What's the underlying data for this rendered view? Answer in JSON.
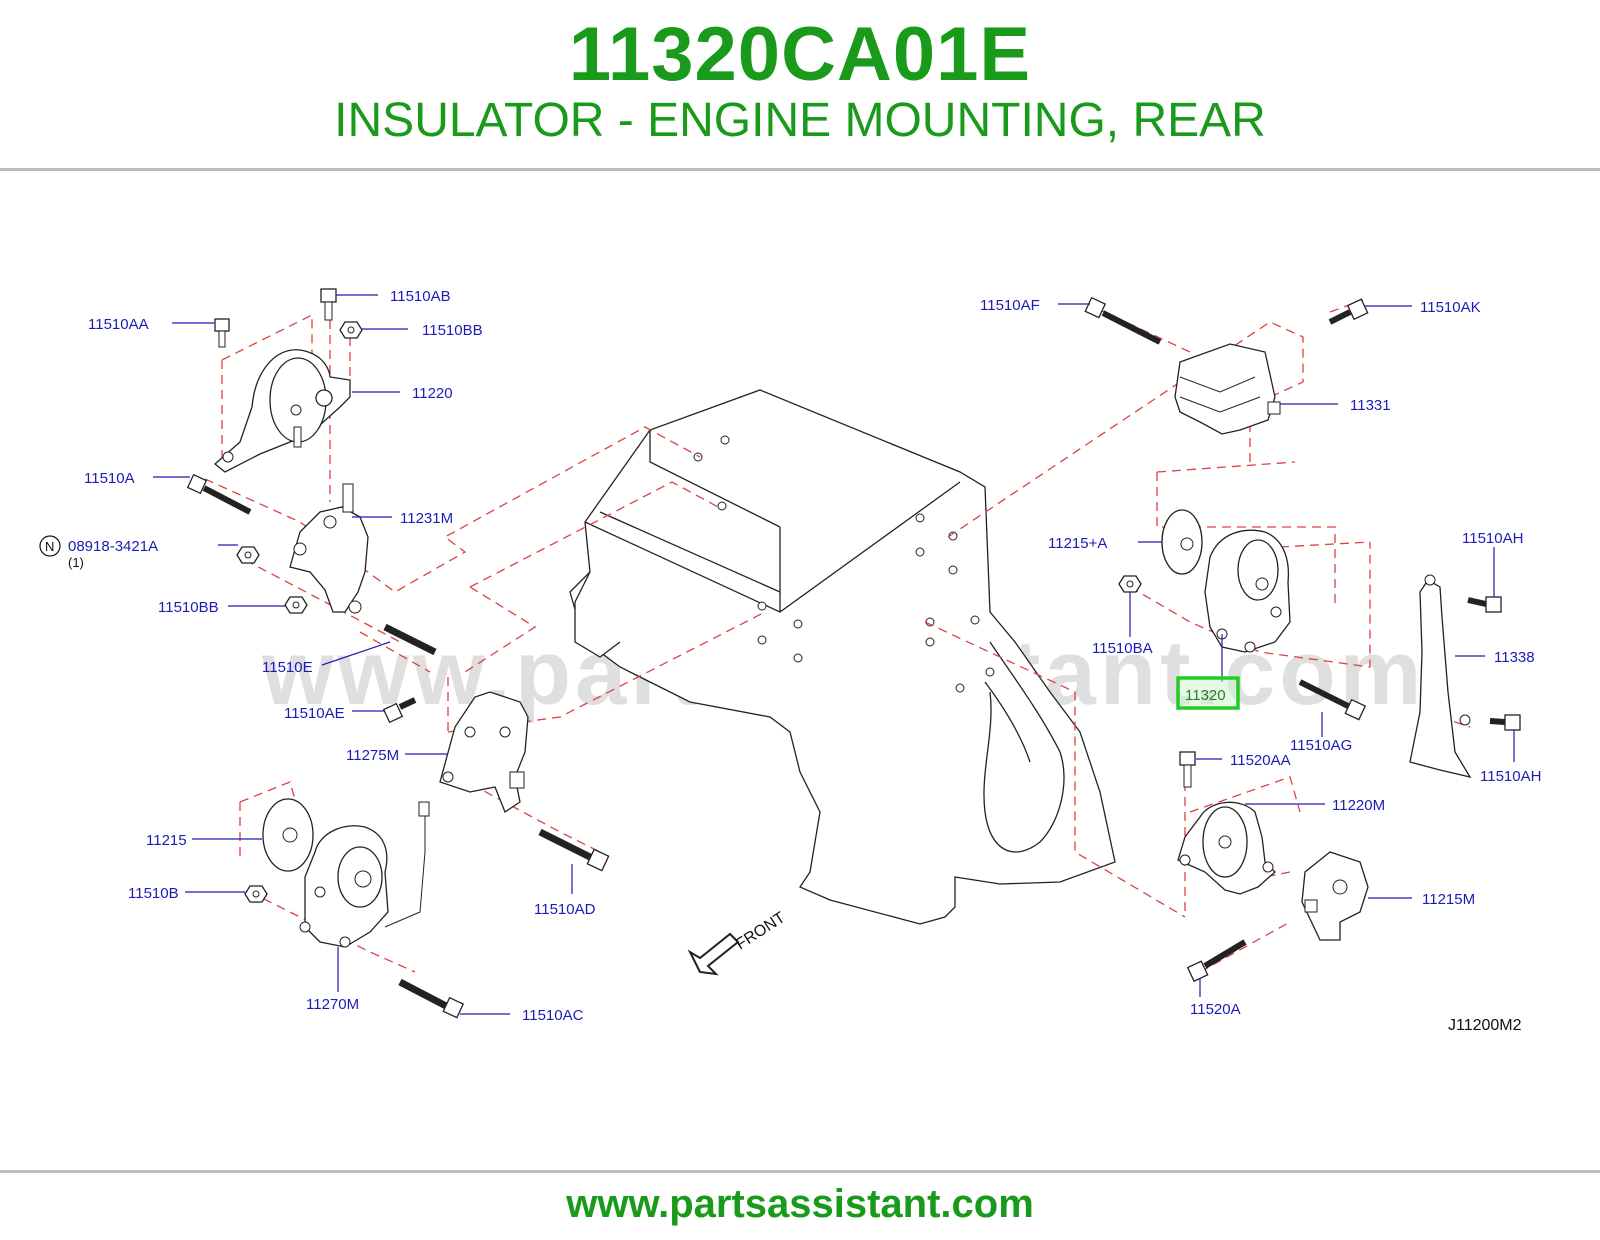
{
  "header": {
    "part_number": "11320CA01E",
    "description": "INSULATOR - ENGINE MOUNTING, REAR"
  },
  "diagram": {
    "watermark": "www.partsassistant.com",
    "front_label": "FRONT",
    "diagram_code": "J11200M2",
    "highlighted_part": "11320",
    "callouts": {
      "c11510AA": "11510AA",
      "c11510AB": "11510AB",
      "c11510BB_top": "11510BB",
      "c11220": "11220",
      "c11510A": "11510A",
      "c11231M": "11231M",
      "c08918": "08918-3421A",
      "c08918_qty": "(1)",
      "c08918_badge": "N",
      "c11510BB_left": "11510BB",
      "c11510E": "11510E",
      "c11510AE": "11510AE",
      "c11275M": "11275M",
      "c11215": "11215",
      "c11510B": "11510B",
      "c11270M": "11270M",
      "c11510AC": "11510AC",
      "c11510AD": "11510AD",
      "c11510AF": "11510AF",
      "c11510AK": "11510AK",
      "c11331": "11331",
      "c11215A": "11215+A",
      "c11510BA": "11510BA",
      "c11320": "11320",
      "c11510AG": "11510AG",
      "c11510AH_top": "11510AH",
      "c11338": "11338",
      "c11510AH_bot": "11510AH",
      "c11520AA": "11520AA",
      "c11220M": "11220M",
      "c11215M": "11215M",
      "c11520A": "11520A"
    }
  },
  "footer": {
    "url": "www.partsassistant.com"
  },
  "colors": {
    "brand_green": "#1a9a1a",
    "callout_blue": "#1c1cb4",
    "dashed_red": "#e04040",
    "highlight_green": "#22cc22"
  }
}
